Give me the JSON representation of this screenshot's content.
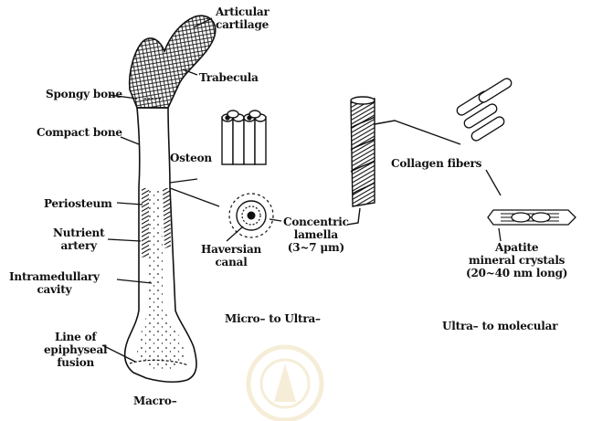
{
  "labels": {
    "articular_cartilage": [
      "Articular",
      "cartilage"
    ],
    "trabecula": "Trabecula",
    "spongy_bone": "Spongy bone",
    "compact_bone": "Compact bone",
    "osteon": "Osteon",
    "periosteum": "Periosteum",
    "nutrient_artery": [
      "Nutrient",
      "artery"
    ],
    "intramedullary_cavity": [
      "Intramedullary",
      "cavity"
    ],
    "line_of_epiphyseal_fusion": [
      "Line of",
      "epiphyseal",
      "fusion"
    ],
    "haversian_canal": [
      "Haversian",
      "canal"
    ],
    "concentric_lamella": [
      "Concentric",
      "lamella",
      "(3~7 μm)"
    ],
    "collagen_fibers": "Collagen fibers",
    "apatite_mineral_crystals": [
      "Apatite",
      "mineral crystals",
      "(20~40 nm long)"
    ]
  },
  "scales": {
    "macro": "Macro–",
    "micro_to_ultra": "Micro– to Ultra–",
    "ultra_to_molecular": "Ultra– to molecular"
  },
  "colors": {
    "ink": "#111111",
    "watermark": "#c9a227"
  }
}
